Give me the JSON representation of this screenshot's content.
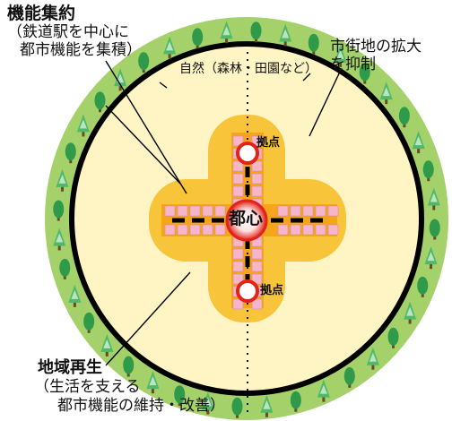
{
  "labels": {
    "function_cluster": {
      "title": "機能集約",
      "line1": "（鉄道駅を中心に",
      "line2": "都市機能を集積）"
    },
    "sprawl_control": {
      "line1": "市街地の拡大",
      "line2": "を抑制"
    },
    "nature": "自然（森林・田園など）",
    "center": "都心",
    "hub_top": "拠点",
    "hub_bottom": "拠点",
    "regional": {
      "title": "地域再生",
      "line1": "（生活を支える",
      "line2": "都市機能の維持・改善）"
    }
  },
  "colors": {
    "green_belt": "#a5d16b",
    "urban_area": "#fff5c4",
    "cross_outer": "#f7c43a",
    "cross_inner": "#f4a51c",
    "building": "#f6b6c9",
    "hub_red": "#e2231a",
    "boundary": "#000000"
  },
  "icons": [
    "tree-icon",
    "conifer-icon"
  ]
}
